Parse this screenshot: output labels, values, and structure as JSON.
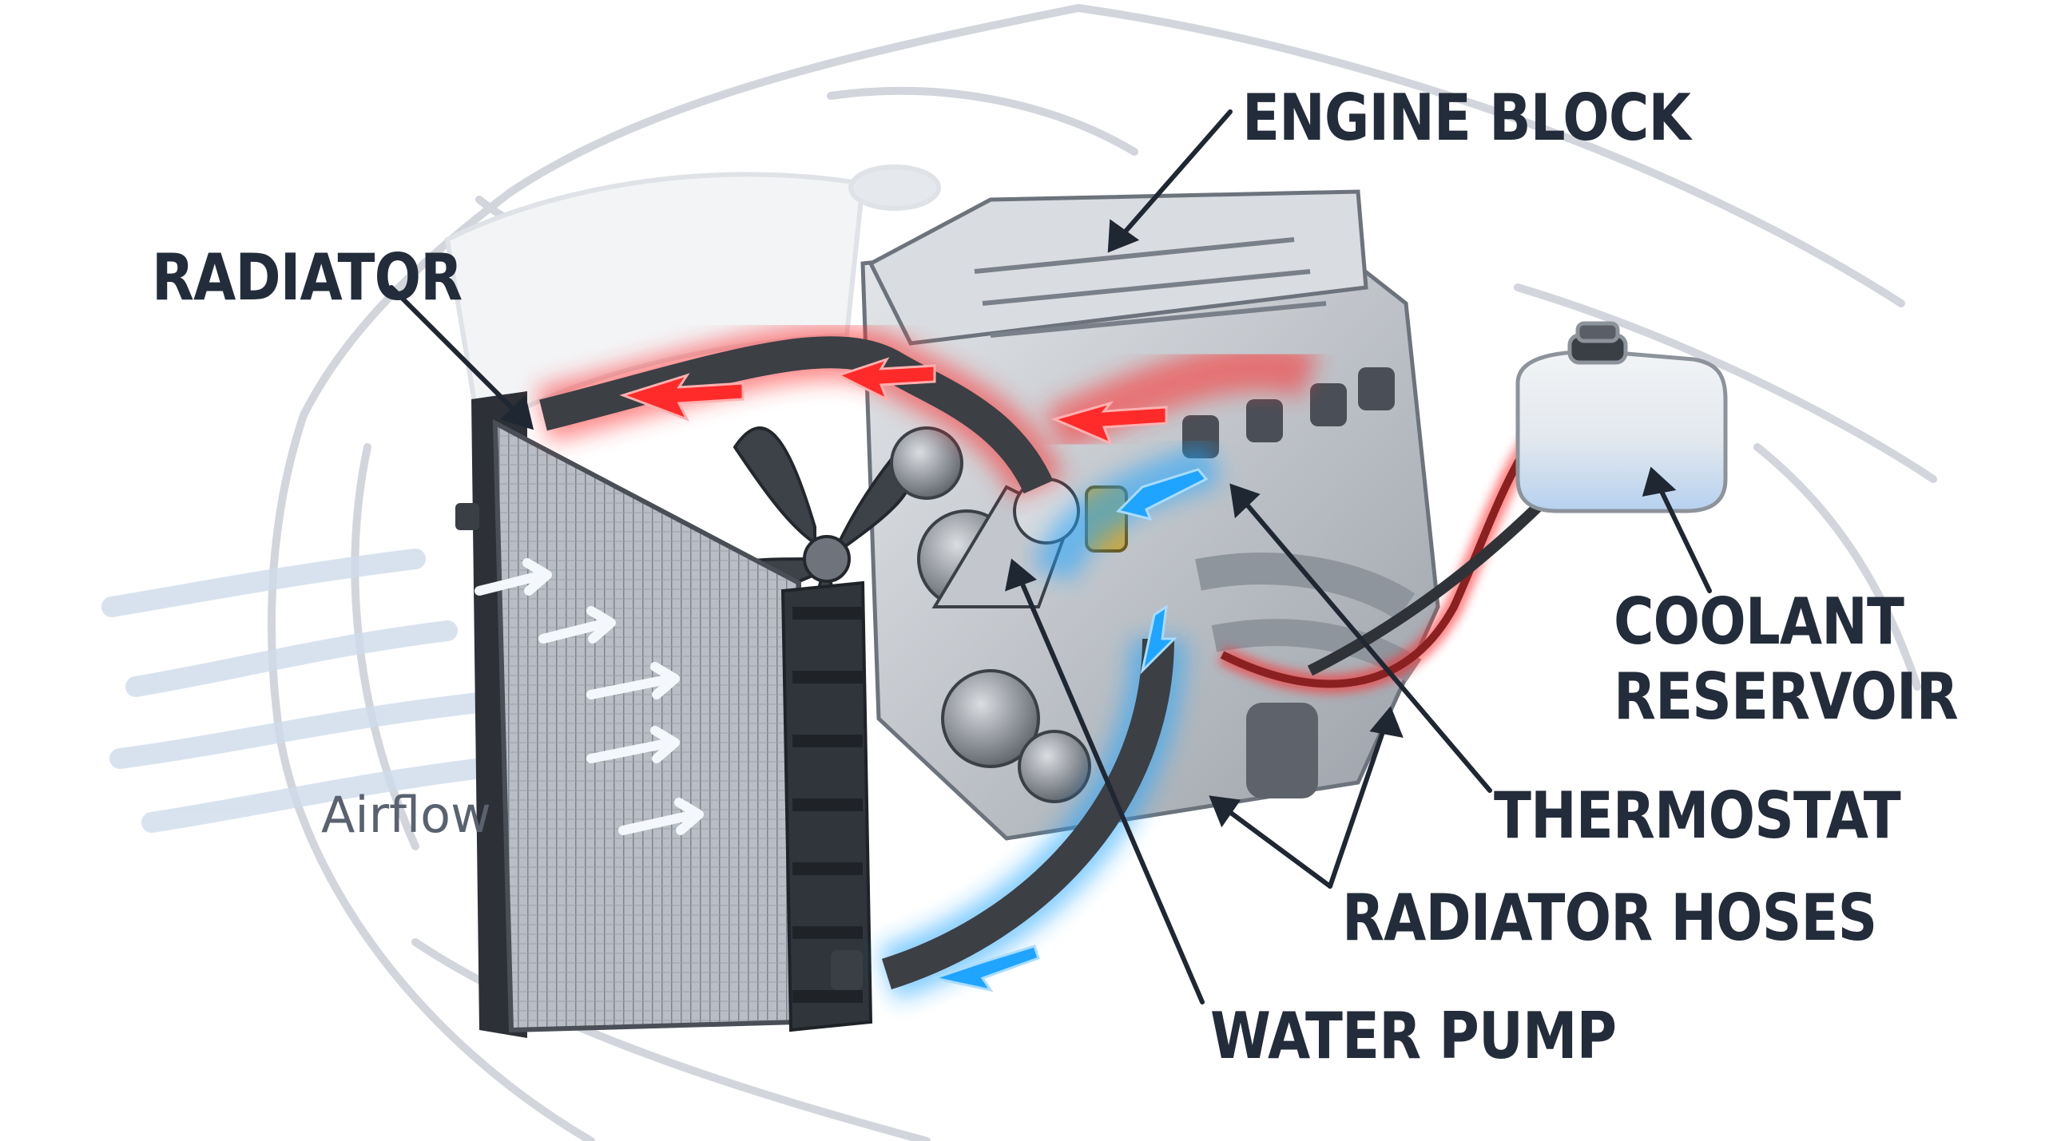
{
  "labels": {
    "engine_block": "ENGINE BLOCK",
    "radiator": "RADIATOR",
    "coolant_reservoir_line1": "COOLANT",
    "coolant_reservoir_line2": "RESERVOIR",
    "thermostat": "THERMOSTAT",
    "radiator_hoses": "RADIATOR HOSES",
    "water_pump": "WATER PUMP",
    "airflow": "Airflow"
  },
  "colors": {
    "hot_coolant": "#ff2a2a",
    "cool_coolant": "#1fa4ff",
    "label_text": "#232c3a",
    "leader_line": "#1f2733",
    "car_body": "#d7dbe0",
    "airflow": "#c9d8ea"
  }
}
